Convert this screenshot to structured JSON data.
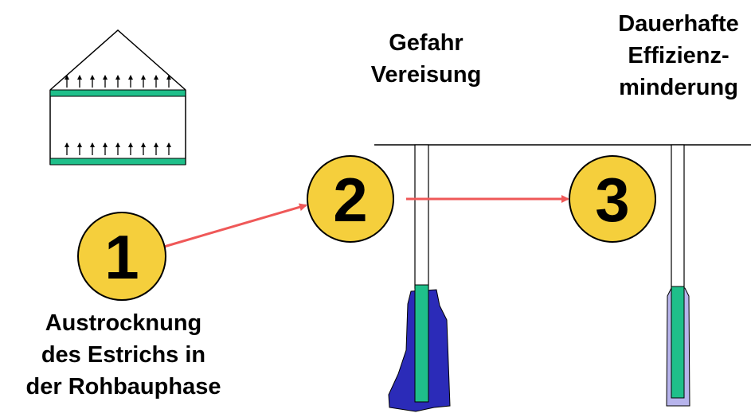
{
  "colors": {
    "marker_fill": "#f5cf3c",
    "arrow": "#ef5858",
    "floor_green": "#1fbf8a",
    "ice_blue": "#2b2bb8",
    "light_blue": "#b7b4ec",
    "line": "#000000"
  },
  "labels": {
    "danger": [
      "Gefahr",
      "Vereisung"
    ],
    "efficiency": [
      "Dauerhafte",
      "Effizienz-",
      "minderung"
    ],
    "drying": [
      "Austrocknung",
      "des Estrichs in",
      "der Rohbauphase"
    ]
  },
  "markers": {
    "m1": "1",
    "m2": "2",
    "m3": "3"
  }
}
